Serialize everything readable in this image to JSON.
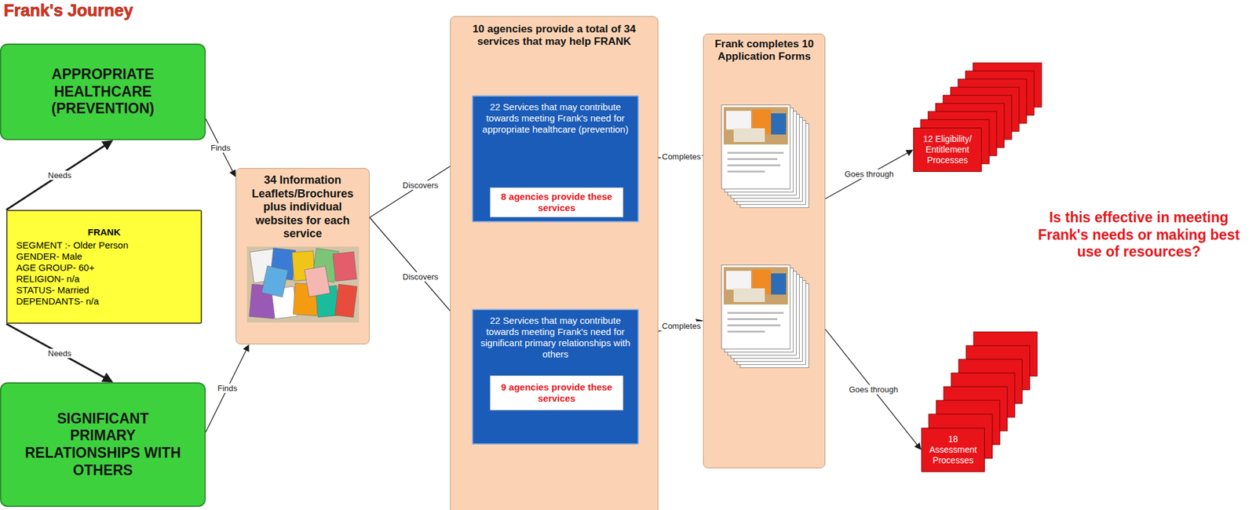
{
  "diagram": {
    "title": "Frank's Journey",
    "nodes": [
      {
        "text": [
          "APPROPRIATE HEALTHCARE (PREVENTION)"
        ]
      },
      {
        "text": [
          "FRANK",
          "SEGMENT :- Older Person",
          "GENDER- Male",
          "AGE GROUP- 60+",
          "RELIGION- n/a",
          "STATUS- Married",
          "DEPENDANTS- n/a"
        ]
      },
      {
        "text": [
          "SIGNIFICANT PRIMARY RELATIONSHIPS WITH OTHERS"
        ]
      },
      {
        "text": [
          "34 Information Leaflets/Brochures plus individual websites for each service"
        ]
      },
      {
        "text": [
          "10 agencies provide a total of 34 services that may help FRANK"
        ]
      },
      {
        "text": [
          "22 Services that may contribute towards meeting Frank's need for appropriate healthcare (prevention)"
        ],
        "in": 4
      },
      {
        "text": [
          "8 agencies provide these services"
        ],
        "in": 5
      },
      {
        "text": [
          "22 Services that may contribute towards meeting Frank's need for significant primary relationships with others"
        ],
        "in": 4
      },
      {
        "text": [
          "9 agencies provide these services"
        ],
        "in": 7
      },
      {
        "text": [
          "Frank completes 10 Application Forms"
        ]
      },
      {
        "text": [
          "12 Eligibility/ Entitlement Processes"
        ]
      },
      {
        "text": [
          "18 Assessment Processes"
        ]
      }
    ],
    "edges": [
      {
        "from": 1,
        "to": 0,
        "label": "Needs",
        "arrow": "to"
      },
      {
        "from": 1,
        "to": 2,
        "label": "Needs",
        "arrow": "to"
      },
      {
        "from": 0,
        "to": 3,
        "label": "Finds",
        "arrow": "to"
      },
      {
        "from": 2,
        "to": 3,
        "label": "Finds",
        "arrow": "to"
      },
      {
        "from": 3,
        "to": 5,
        "label": "Discovers",
        "arrow": "to"
      },
      {
        "from": 3,
        "to": 7,
        "label": "Discovers",
        "arrow": "to"
      },
      {
        "from": 5,
        "to": 9,
        "label": "Completes",
        "arrow": "to"
      },
      {
        "from": 7,
        "to": 9,
        "label": "Completes",
        "arrow": "to"
      },
      {
        "from": 9,
        "to": 10,
        "label": "Goes through",
        "arrow": "to"
      },
      {
        "from": 9,
        "to": 11,
        "label": "Goes through",
        "arrow": "to"
      }
    ],
    "labels": [
      "Is this effective in meeting Frank's needs or making best use of resources?"
    ]
  }
}
